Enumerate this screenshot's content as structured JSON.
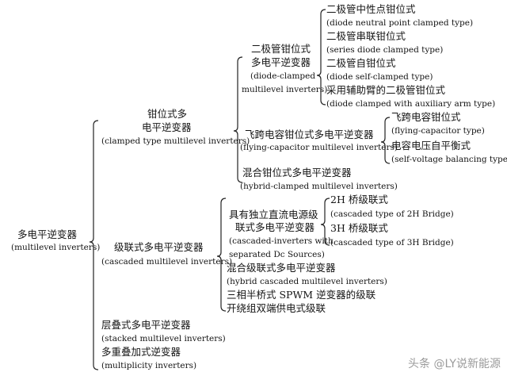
{
  "root": {
    "cn": "多电平逆变器",
    "en": "(multilevel inverters)"
  },
  "clamped": {
    "cn1": "钳位式多",
    "cn2": "电平逆变器",
    "en": "(clamped type multilevel inverters)",
    "diode": {
      "cn1": "二极管钳位式",
      "cn2": "多电平逆变器",
      "en1": "(diode-clamped",
      "en2": "multilevel inverters)",
      "items": [
        {
          "cn": "二极管中性点钳位式",
          "en": "(diode neutral point clamped type)"
        },
        {
          "cn": "二极管串联钳位式",
          "en": "(series diode clamped type)"
        },
        {
          "cn": "二极管自钳位式",
          "en": "(diode self-clamped type)"
        },
        {
          "cn": "采用辅助臂的二极管钳位式",
          "en": "(diode clamped with auxiliary arm type)"
        }
      ]
    },
    "flying": {
      "cn": "飞跨电容钳位式多电平逆变器",
      "en": "(flying-capacitor multilevel inverters)",
      "items": [
        {
          "cn": "飞跨电容钳位式",
          "en": "(flying-capacitor type)"
        },
        {
          "cn": "电容电压自平衡式",
          "en": "(self-voltage balancing type)"
        }
      ]
    },
    "hybrid": {
      "cn": "混合钳位式多电平逆变器",
      "en": "(hybrid-clamped multilevel inverters)"
    }
  },
  "cascaded": {
    "cn": "级联式多电平逆变器",
    "en": "(cascaded multilevel inverters)",
    "separated": {
      "cn1": "具有独立直流电源级",
      "cn2": "联式多电平逆变器",
      "en1": "(cascaded-inverters with",
      "en2": "separated Dc Sources)",
      "items": [
        {
          "cn": "2H 桥级联式",
          "en": "(cascaded type of 2H Bridge)"
        },
        {
          "cn": "3H 桥级联式",
          "en": "(cascaded type of 3H Bridge)"
        }
      ]
    },
    "hybrid": {
      "cn": "混合级联式多电平逆变器",
      "en": "(hybrid cascaded multilevel inverters)"
    },
    "spwm": {
      "cn": "三相半桥式 SPWM 逆变器的级联"
    },
    "openend": {
      "cn": "开绕组双端供电式级联"
    }
  },
  "stacked": {
    "cn": "层叠式多电平逆变器",
    "en": "(stacked multilevel inverters)"
  },
  "multiplicity": {
    "cn": "多重叠加式逆变器",
    "en": "(multiplicity inverters)"
  },
  "watermark": "头条 @LY说新能源"
}
